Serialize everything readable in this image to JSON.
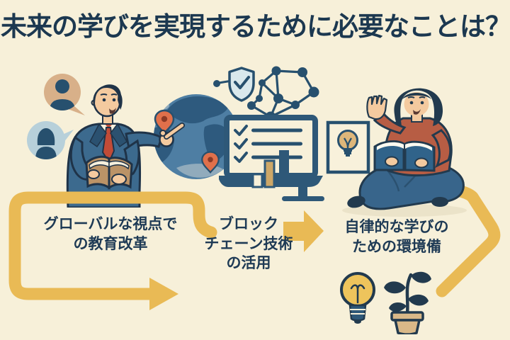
{
  "title": "未来の学びを実現するために必要なことは？",
  "steps": [
    {
      "label": "グローバルな視点で\nの教育改革"
    },
    {
      "label": "ブロック\nチェーン技術\nの活用"
    },
    {
      "label": "自律的な学びの\nための環境備"
    }
  ],
  "illustrations": {
    "teacher": "man-in-suit-holding-book-pointing-at-globe",
    "speech_bubbles": [
      "male-avatar-bubble",
      "female-avatar-bubble"
    ],
    "center_icons": [
      "globe-with-location-pins",
      "shield-check",
      "blockchain-network",
      "laptop-with-checklist",
      "bar-chart"
    ],
    "learner": "woman-sitting-cross-legged-reading-book-raising-hand",
    "right_icons": [
      "framed-lightbulb-picture",
      "lightbulb",
      "potted-plant"
    ],
    "flow": [
      "rounded-bracket-arrow-right",
      "block-arrow-right",
      "chevron-arrow"
    ]
  },
  "colors": {
    "background": "#f7f0d9",
    "text_navy": "#1e3a55",
    "arrow_yellow": "#e9ba55",
    "suit_blue": "#3c6a8e",
    "tie_red": "#c14b37",
    "skin": "#f4ca9f",
    "sweater_terracotta": "#b75d44",
    "jeans_blue": "#38658b",
    "globe_ocean": "#4e7ea3",
    "globe_land": "#2e5a7e",
    "pin_orange": "#e0704b",
    "bubble_tan": "#d8b089",
    "bubble_blue": "#b7d0da",
    "bulb_yellow": "#eec45c",
    "outline_navy": "#27506e",
    "pot_tan": "#d9b888"
  }
}
